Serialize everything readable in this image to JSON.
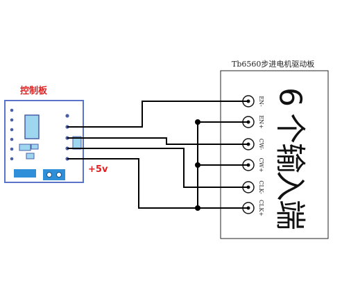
{
  "control_board": {
    "title": "控制板",
    "power_label": "+5v",
    "colors": {
      "outline": "#5a73c9",
      "hole": "#4a5fa8",
      "chip": "#9ed6f0",
      "terminal": "#2f8fd8",
      "title": "#e02020"
    }
  },
  "driver_board": {
    "title": "Tb6560步进电机驱动板",
    "pins": [
      "EN-",
      "EN+",
      "CW-",
      "CW+",
      "CLK-",
      "CLK+"
    ],
    "big_text": [
      "6",
      "个",
      "输",
      "入",
      "端"
    ]
  },
  "wire_color": "#000000"
}
